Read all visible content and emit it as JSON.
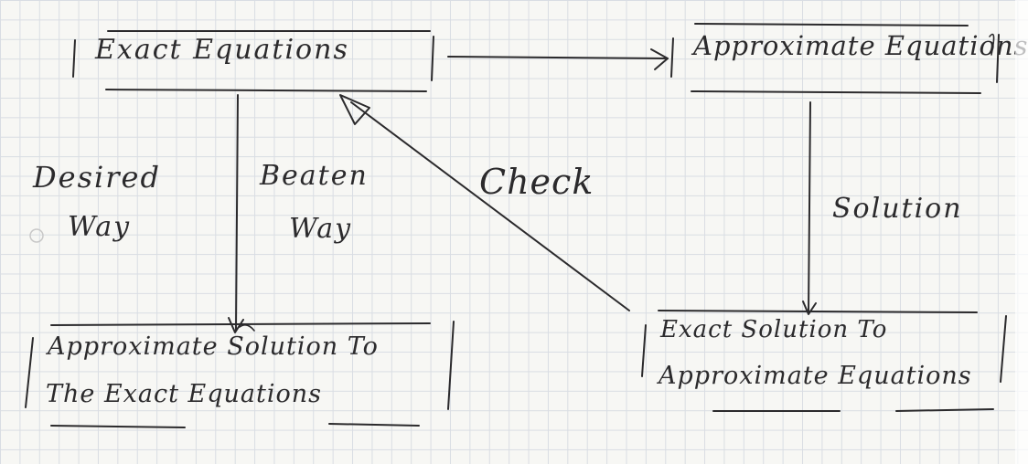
{
  "nodes": {
    "exact_equations": "Exact Equations",
    "approximate_equations": "Approximate Equations?",
    "approximate_solution_line1": "Approximate Solution To",
    "approximate_solution_line2": "The Exact Equations",
    "exact_solution_line1": "Exact Solution To",
    "exact_solution_line2": "Approximate Equations"
  },
  "edge_labels": {
    "desired_line1": "Desired",
    "desired_line2": "Way",
    "beaten_line1": "Beaten",
    "beaten_line2": "Way",
    "check": "Check",
    "solution": "Solution"
  },
  "colors": {
    "ink": "#2b2a2c",
    "grid": "#d9dde3",
    "paper": "#f7f7f4"
  }
}
